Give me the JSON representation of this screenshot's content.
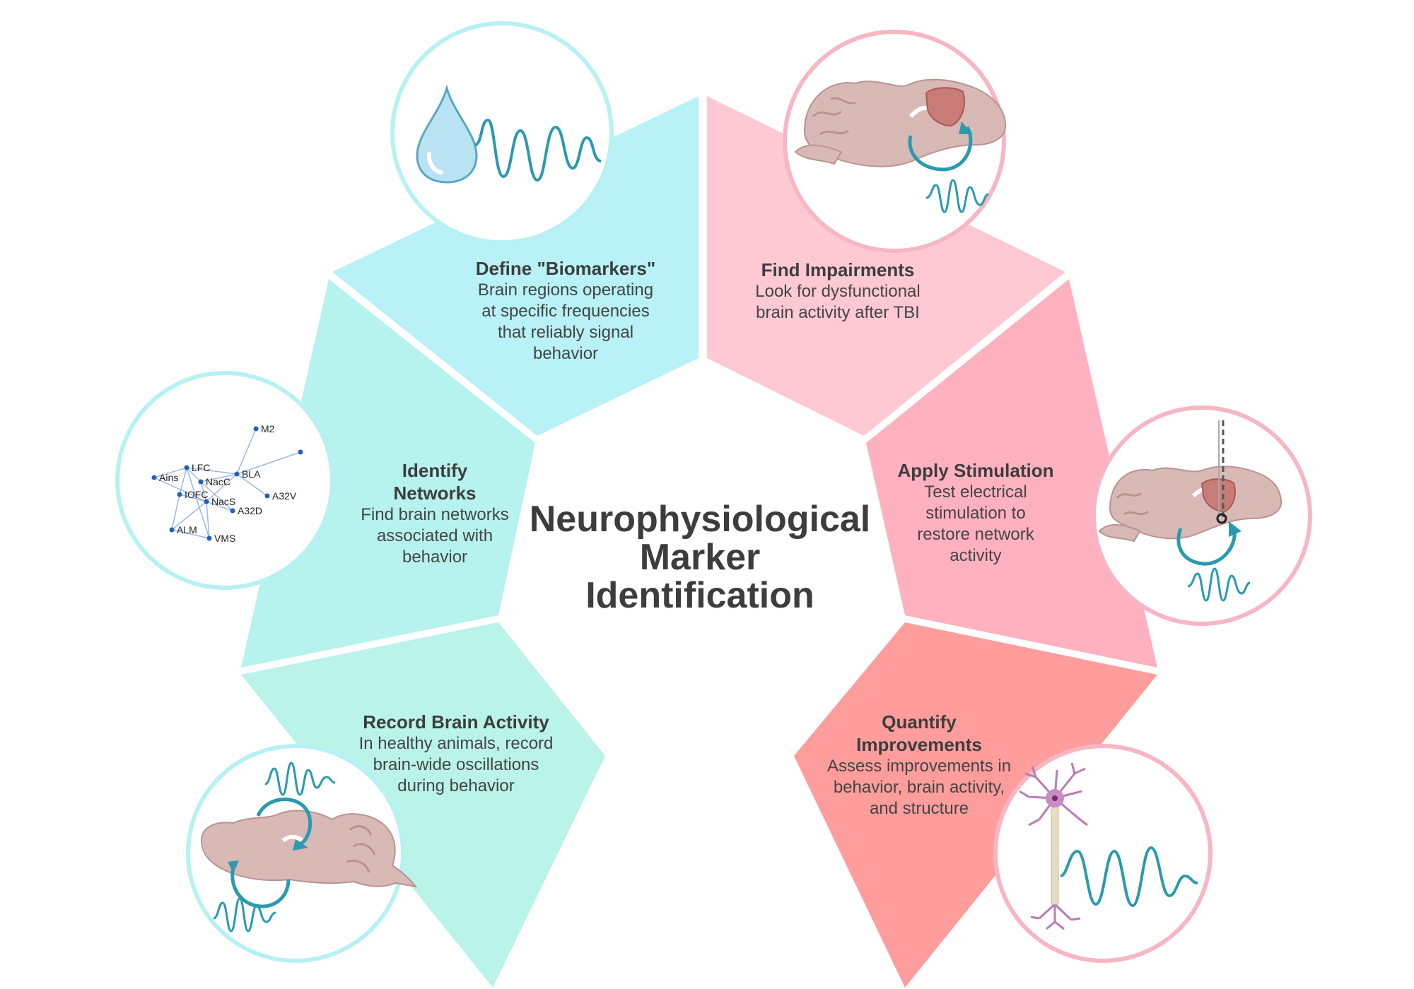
{
  "title": {
    "lines": [
      "Neurophysiological",
      "Marker",
      "Identification"
    ]
  },
  "colors": {
    "biomarkers": "#b8f2f6",
    "networks": "#b6f2ee",
    "record": "#baf3e7",
    "impairments": "#ffc9d4",
    "stimulation": "#ffb1bf",
    "improvements": "#ff9d9d",
    "teal_ring": "#b8f1f2",
    "pink_ring": "#f7b6c4",
    "wave": "#2a9aae",
    "brain": "#d8b9b5",
    "brain_region": "#c97b77",
    "network_node": "#2060c0"
  },
  "segments": {
    "biomarkers": {
      "title": "Define \"Biomarkers\"",
      "body": [
        "Brain regions operating",
        "at specific frequencies",
        "that reliably signal",
        "behavior"
      ],
      "icon": "water-drop-wave-icon"
    },
    "impairments": {
      "title": "Find Impairments",
      "body": [
        "Look for dysfunctional",
        "brain activity after TBI"
      ],
      "icon": "injured-brain-icon"
    },
    "networks": {
      "title_lines": [
        "Identify",
        "Networks"
      ],
      "body": [
        "Find brain networks",
        "associated with",
        "behavior"
      ],
      "icon": "brain-network-graph-icon"
    },
    "stimulation": {
      "title": "Apply Stimulation",
      "body": [
        "Test electrical",
        "stimulation to",
        "restore network",
        "activity"
      ],
      "icon": "brain-electrode-icon"
    },
    "record": {
      "title": "Record Brain Activity",
      "body": [
        "In healthy animals, record",
        "brain-wide oscillations",
        "during behavior"
      ],
      "icon": "brain-recording-icon"
    },
    "improvements": {
      "title_lines": [
        "Quantify",
        "Improvements"
      ],
      "body": [
        "Assess improvements in",
        "behavior, brain activity,",
        "and structure"
      ],
      "icon": "neuron-wave-icon"
    }
  },
  "network_nodes": [
    "M2",
    "LFC",
    "Ains",
    "NacC",
    "BLA",
    "IOFC",
    "NacS",
    "A32V",
    "A32D",
    "ALM",
    "VMS"
  ]
}
